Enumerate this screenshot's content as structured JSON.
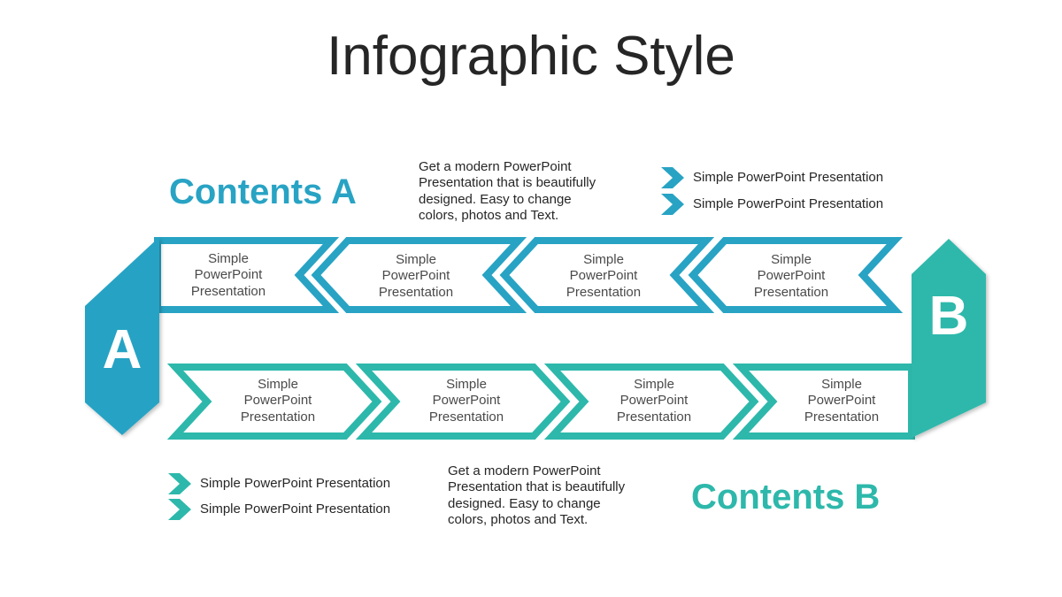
{
  "title": "Infographic Style",
  "colors": {
    "a": "#28a3c4",
    "b": "#2db8ab",
    "text": "#262626"
  },
  "contents_a": {
    "heading": "Contents A",
    "description": "Get a modern PowerPoint Presentation that is beautifully designed. Easy to change colors, photos and Text.",
    "bullets": [
      "Simple PowerPoint Presentation",
      "Simple PowerPoint Presentation"
    ]
  },
  "contents_b": {
    "heading": "Contents B",
    "description": "Get a modern PowerPoint Presentation that is beautifully designed. Easy to change colors, photos and Text.",
    "bullets": [
      "Simple PowerPoint Presentation",
      "Simple PowerPoint Presentation"
    ]
  },
  "endpoints": {
    "a": "A",
    "b": "B"
  },
  "top_row": [
    "Simple PowerPoint Presentation",
    "Simple PowerPoint Presentation",
    "Simple PowerPoint Presentation",
    "Simple PowerPoint Presentation"
  ],
  "bottom_row": [
    "Simple PowerPoint Presentation",
    "Simple PowerPoint Presentation",
    "Simple PowerPoint Presentation",
    "Simple PowerPoint Presentation"
  ]
}
